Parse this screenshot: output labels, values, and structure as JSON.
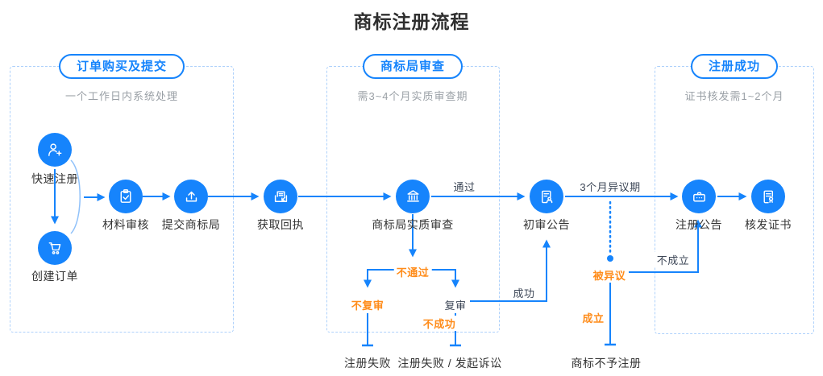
{
  "title": "商标注册流程",
  "colors": {
    "accent_blue": "#1684fc",
    "dashed_border_blue": "#aed1fb",
    "orange": "#ff8c1a",
    "text_dark": "#333333",
    "text_gray": "#9aa0a6"
  },
  "sections": [
    {
      "badge": "订单购买及提交",
      "subtitle": "一个工作日内系统处理"
    },
    {
      "badge": "商标局审查",
      "subtitle": "需3~4个月实质审查期"
    },
    {
      "badge": "注册成功",
      "subtitle": "证书核发需1~2个月"
    }
  ],
  "nodes": [
    {
      "label": "快速注册",
      "icon": "user-add-icon"
    },
    {
      "label": "创建订单",
      "icon": "shopping-cart-icon"
    },
    {
      "label": "材料审核",
      "icon": "clipboard-check-icon"
    },
    {
      "label": "提交商标局",
      "icon": "upload-icon"
    },
    {
      "label": "获取回执",
      "icon": "mail-receipt-icon"
    },
    {
      "label": "商标局实质审查",
      "icon": "bank-icon"
    },
    {
      "label": "初审公告",
      "icon": "document-user-icon"
    },
    {
      "label": "注册公告",
      "icon": "badge-plate-icon"
    },
    {
      "label": "核发证书",
      "icon": "certificate-medal-icon"
    }
  ],
  "edge_labels": {
    "pass": "通过",
    "objection_period": "3个月异议期",
    "not_pass": "不通过",
    "no_reexam": "不复审",
    "reexam": "复审",
    "success": "成功",
    "not_success": "不成功",
    "objected": "被异议",
    "established": "成立",
    "not_established": "不成立",
    "register_failed": "注册失败",
    "register_failed_litigation": "注册失败 / 发起诉讼",
    "trademark_not_registered": "商标不予注册"
  }
}
